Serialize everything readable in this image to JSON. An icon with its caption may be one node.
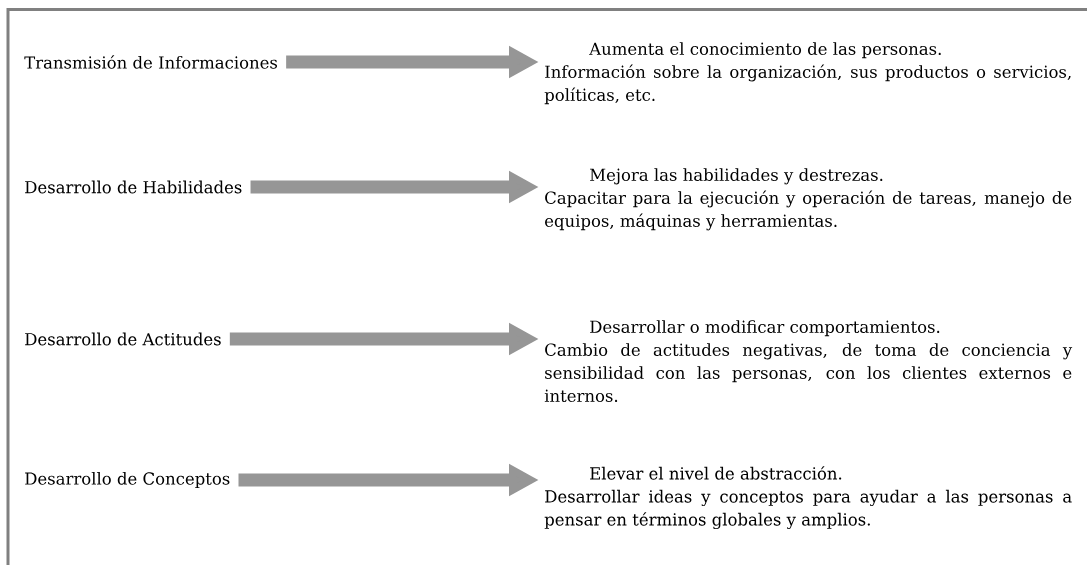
{
  "diagram": {
    "nodes": [
      {
        "text": [
          "Transmisión de Informaciones"
        ]
      },
      {
        "text": [
          "Aumenta el conocimiento de las personas.",
          "Información sobre la organización, sus productos o servicios, políticas, etc."
        ]
      },
      {
        "text": [
          "Desarrollo de Habilidades"
        ]
      },
      {
        "text": [
          "Mejora las habilidades y destrezas.",
          "Capacitar para la ejecución y operación de tareas, manejo de equipos, máquinas y herramientas."
        ]
      },
      {
        "text": [
          "Desarrollo de Actitudes"
        ]
      },
      {
        "text": [
          "Desarrollar o modificar comportamientos.",
          "Cambio de actitudes negativas, de toma de conciencia y sensibilidad con las personas, con los clientes externos e internos."
        ]
      },
      {
        "text": [
          "Desarrollo de Conceptos"
        ]
      },
      {
        "text": [
          "Elevar el nivel de abstracción.",
          "Desarrollar ideas y conceptos para ayudar a las personas a pensar en términos globales y amplios."
        ]
      }
    ],
    "edges": [
      {
        "from": 0,
        "to": 1,
        "arrow": "to"
      },
      {
        "from": 2,
        "to": 3,
        "arrow": "to"
      },
      {
        "from": 4,
        "to": 5,
        "arrow": "to"
      },
      {
        "from": 6,
        "to": 7,
        "arrow": "to"
      }
    ]
  }
}
